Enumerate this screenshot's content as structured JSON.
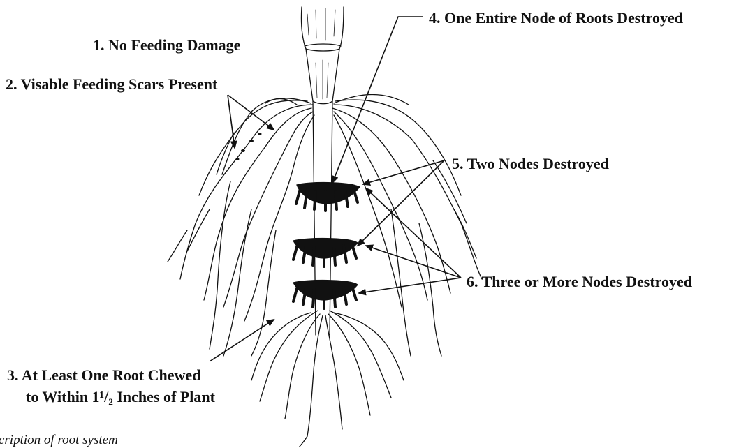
{
  "labels": {
    "no_damage": "1. No Feeding Damage",
    "scars": "2. Visable Feeding Scars Present",
    "chewed_line1": "3. At Least One Root Chewed",
    "chewed_line2": "to Within 1¹/₂ Inches of Plant",
    "one_node": "4. One Entire Node of Roots Destroyed",
    "two_nodes": "5. Two Nodes Destroyed",
    "three_nodes": "6. Three or More Nodes Destroyed",
    "caption_fragment": "cription of root system"
  },
  "colors": {
    "ink": "#111111",
    "background": "#ffffff"
  }
}
